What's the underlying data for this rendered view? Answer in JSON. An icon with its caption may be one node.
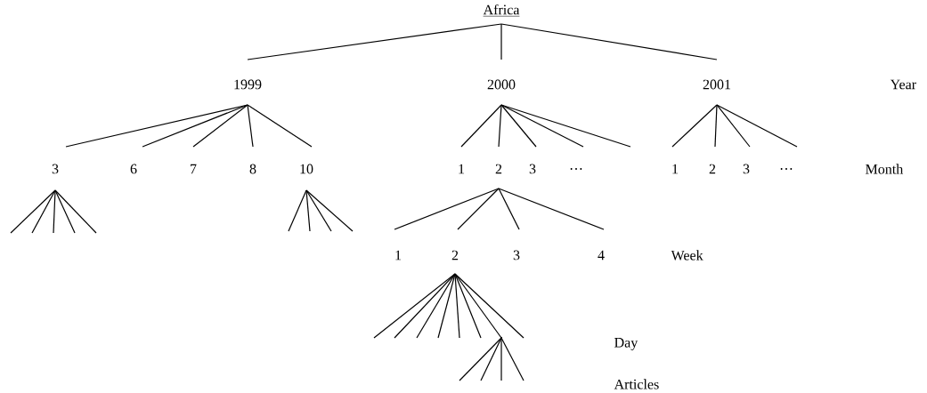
{
  "diagram": {
    "nodes": [
      {
        "text": [
          "Africa"
        ]
      },
      {
        "text": [
          "1999"
        ]
      },
      {
        "text": [
          "2000"
        ]
      },
      {
        "text": [
          "2001"
        ]
      },
      {
        "text": [
          "3"
        ]
      },
      {
        "text": [
          "6"
        ]
      },
      {
        "text": [
          "7"
        ]
      },
      {
        "text": [
          "8"
        ]
      },
      {
        "text": [
          "10"
        ]
      },
      {
        "text": [
          "1"
        ]
      },
      {
        "text": [
          "2"
        ]
      },
      {
        "text": [
          "3"
        ]
      },
      {
        "text": [
          "…"
        ]
      },
      {
        "text": [
          "1"
        ]
      },
      {
        "text": [
          "2"
        ]
      },
      {
        "text": [
          "3"
        ]
      },
      {
        "text": [
          "…"
        ]
      },
      {
        "text": [
          "1"
        ]
      },
      {
        "text": [
          "2"
        ]
      },
      {
        "text": [
          "3"
        ]
      },
      {
        "text": [
          "4"
        ]
      },
      {
        "text": [],
        "shape": "point"
      }
    ],
    "edges": [
      {
        "from": 0,
        "to": 1,
        "arrow": "none"
      },
      {
        "from": 0,
        "to": 2,
        "arrow": "none"
      },
      {
        "from": 0,
        "to": 3,
        "arrow": "none"
      },
      {
        "from": 1,
        "to": 4,
        "arrow": "none"
      },
      {
        "from": 1,
        "to": 5,
        "arrow": "none"
      },
      {
        "from": 1,
        "to": 6,
        "arrow": "none"
      },
      {
        "from": 1,
        "to": 7,
        "arrow": "none"
      },
      {
        "from": 1,
        "to": 8,
        "arrow": "none"
      },
      {
        "from": 2,
        "to": 9,
        "arrow": "none"
      },
      {
        "from": 2,
        "to": 10,
        "arrow": "none"
      },
      {
        "from": 2,
        "to": 11,
        "arrow": "none"
      },
      {
        "from": 2,
        "to": 12,
        "arrow": "none"
      },
      {
        "from": 2,
        "to": null,
        "arrow": "none"
      },
      {
        "from": 3,
        "to": 13,
        "arrow": "none"
      },
      {
        "from": 3,
        "to": 14,
        "arrow": "none"
      },
      {
        "from": 3,
        "to": 15,
        "arrow": "none"
      },
      {
        "from": 3,
        "to": 16,
        "arrow": "none"
      },
      {
        "from": 4,
        "to": null,
        "arrow": "none"
      },
      {
        "from": 4,
        "to": null,
        "arrow": "none"
      },
      {
        "from": 4,
        "to": null,
        "arrow": "none"
      },
      {
        "from": 4,
        "to": null,
        "arrow": "none"
      },
      {
        "from": 4,
        "to": null,
        "arrow": "none"
      },
      {
        "from": 8,
        "to": null,
        "arrow": "none"
      },
      {
        "from": 8,
        "to": null,
        "arrow": "none"
      },
      {
        "from": 8,
        "to": null,
        "arrow": "none"
      },
      {
        "from": 8,
        "to": null,
        "arrow": "none"
      },
      {
        "from": 10,
        "to": 17,
        "arrow": "none"
      },
      {
        "from": 10,
        "to": 18,
        "arrow": "none"
      },
      {
        "from": 10,
        "to": 19,
        "arrow": "none"
      },
      {
        "from": 10,
        "to": 20,
        "arrow": "none"
      },
      {
        "from": 18,
        "to": null,
        "arrow": "none"
      },
      {
        "from": 18,
        "to": null,
        "arrow": "none"
      },
      {
        "from": 18,
        "to": null,
        "arrow": "none"
      },
      {
        "from": 18,
        "to": null,
        "arrow": "none"
      },
      {
        "from": 18,
        "to": null,
        "arrow": "none"
      },
      {
        "from": 18,
        "to": null,
        "arrow": "none"
      },
      {
        "from": 18,
        "to": 21,
        "arrow": "none"
      },
      {
        "from": 18,
        "to": null,
        "arrow": "none"
      },
      {
        "from": 21,
        "to": null,
        "arrow": "none"
      },
      {
        "from": 21,
        "to": null,
        "arrow": "none"
      },
      {
        "from": 21,
        "to": null,
        "arrow": "none"
      },
      {
        "from": 21,
        "to": null,
        "arrow": "none"
      }
    ],
    "labels": [
      "Year",
      "Month",
      "Week",
      "Day",
      "Articles"
    ]
  }
}
